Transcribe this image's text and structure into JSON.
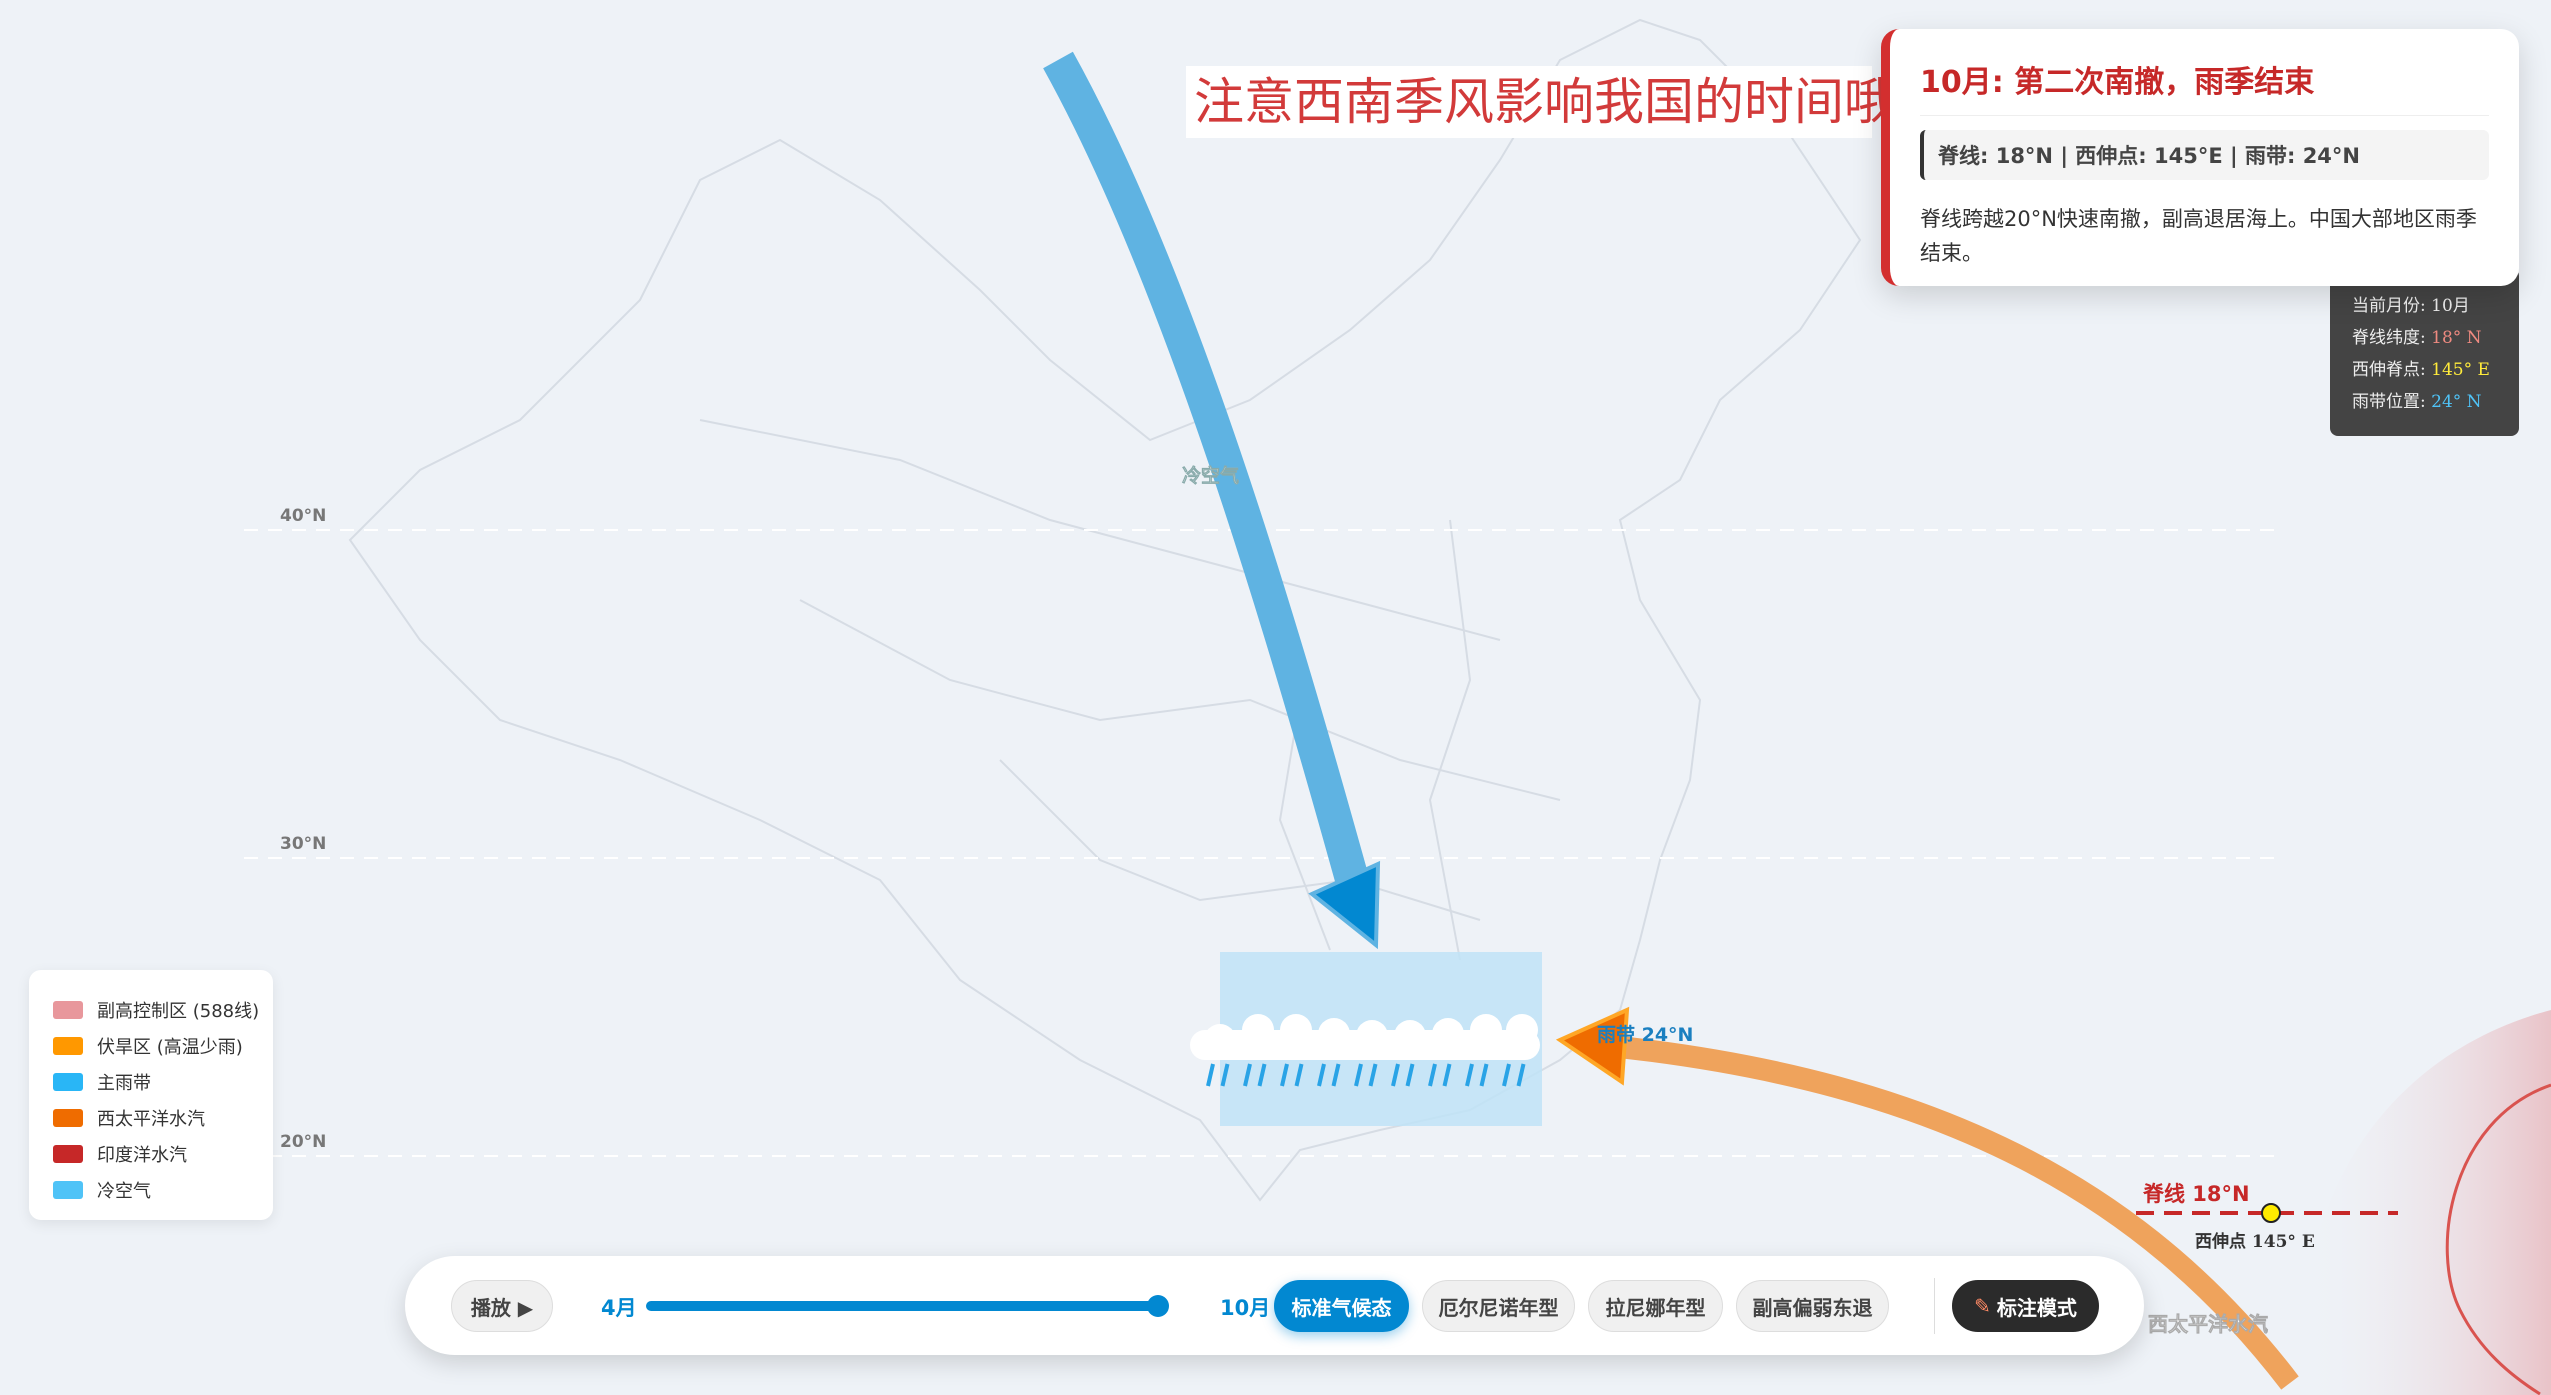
{
  "annotation": "注意西南季风影响我国的时间哦",
  "latitudes": [
    "40°N",
    "30°N",
    "20°N"
  ],
  "map_labels": {
    "cold_air": "冷空气",
    "rain_band": "雨带 24°N",
    "ridge": "脊线 18°N",
    "west_point": "西伸点 145° E",
    "wp_moisture": "西太平洋水汽"
  },
  "info_card": {
    "title": "10月: 第二次南撤，雨季结束",
    "stats": "脊线: 18°N | 西伸点: 145°E | 雨带: 24°N",
    "description": "脊线跨越20°N快速南撤，副高退居海上。中国大部地区雨季结束。"
  },
  "status": {
    "month_label": "当前月份: ",
    "month": "10月",
    "ridge_label": "脊线纬度: ",
    "ridge": "18° N",
    "west_label": "西伸脊点: ",
    "west": "145° E",
    "rain_label": "雨带位置: ",
    "rain": "24° N"
  },
  "legend": [
    {
      "label": "副高控制区 (588线)",
      "color": "#e8979c"
    },
    {
      "label": "伏旱区 (高温少雨)",
      "color": "#ff9800"
    },
    {
      "label": "主雨带",
      "color": "#29b6f6"
    },
    {
      "label": "西太平洋水汽",
      "color": "#ef6c00"
    },
    {
      "label": "印度洋水汽",
      "color": "#c62828"
    },
    {
      "label": "冷空气",
      "color": "#4fc3f7"
    }
  ],
  "controls": {
    "play": "播放 ▶",
    "start_month": "4月",
    "end_month": "10月",
    "slider_progress": 1.0,
    "scenarios": [
      "标准气候态",
      "厄尔尼诺年型",
      "拉尼娜年型",
      "副高偏弱东退"
    ],
    "active_scenario": 0,
    "annotate": "标注模式"
  }
}
